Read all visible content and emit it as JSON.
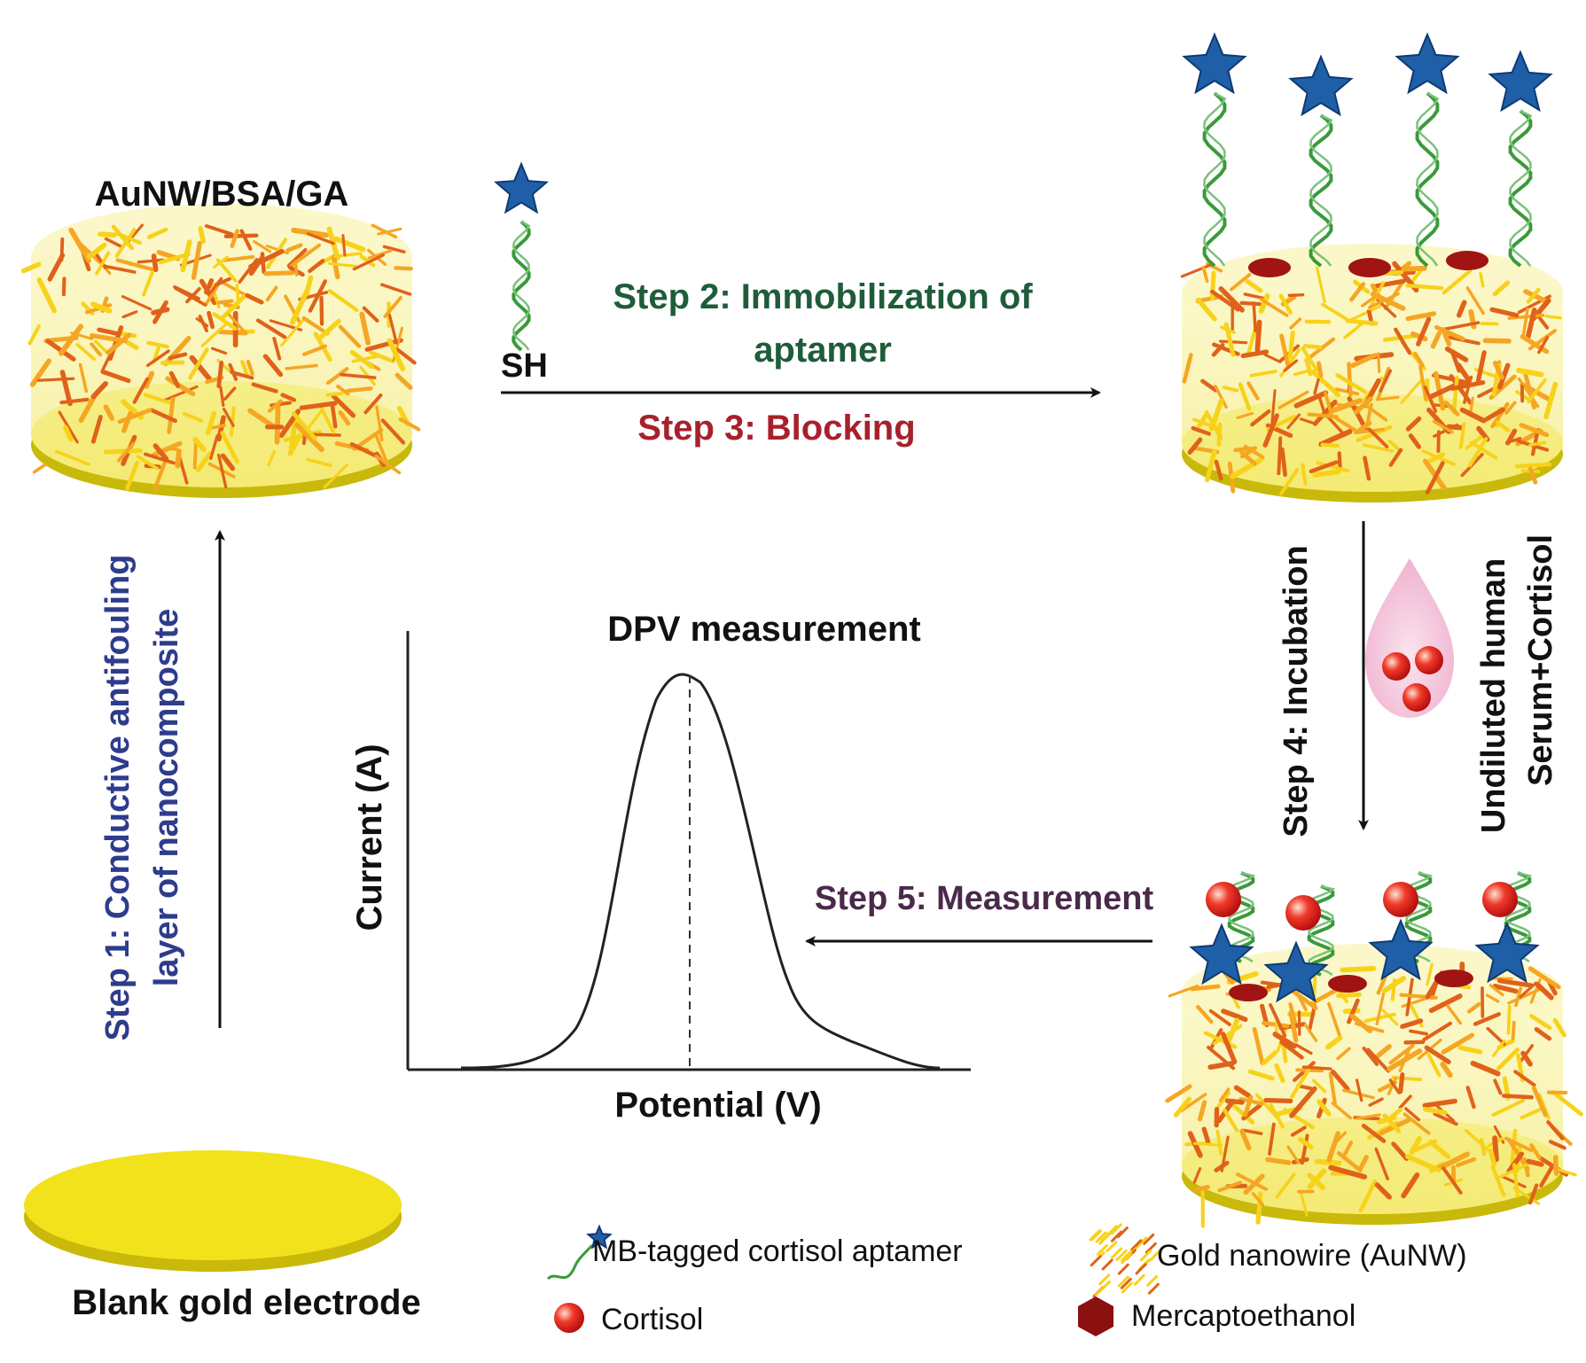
{
  "labels": {
    "electrode_layer": "AuNW/BSA/GA",
    "blank_electrode": "Blank gold electrode",
    "step1_line1": "Step 1: Conductive antifouling",
    "step1_line2": "layer of nanocomposite",
    "step2_line1": "Step 2: Immobilization of",
    "step2_line2": "aptamer",
    "thiol": "SH",
    "step3": "Step 3: Blocking",
    "step4": "Step 4: Incubation",
    "sample_line1": "Undiluted human",
    "sample_line2": "Serum+Cortisol",
    "step5": "Step 5: Measurement",
    "dpv_title": "DPV measurement",
    "dpv_ylabel": "Current (A)",
    "dpv_xlabel": "Potential (V)"
  },
  "legend": {
    "aptamer": "MB-tagged cortisol aptamer",
    "nanowire": "Gold nanowire (AuNW)",
    "cortisol": "Cortisol",
    "mercaptoethanol": "Mercaptoethanol"
  },
  "colors": {
    "gold": "#f2e21c",
    "gold_dark": "#c8b90a",
    "nanowire": "#f5a623",
    "nanowire_orange": "#e0621a",
    "star_blue": "#1f5fa8",
    "dna_green": "#3a9a3a",
    "blocking_red": "#a01414",
    "step1_text": "#2e3c8c",
    "step2_text": "#1f5c3a",
    "step3_text": "#a8202c",
    "step5_text": "#4a2a4a",
    "cortisol_red": "#e02020",
    "drop_pink": "#f4c0d8"
  }
}
